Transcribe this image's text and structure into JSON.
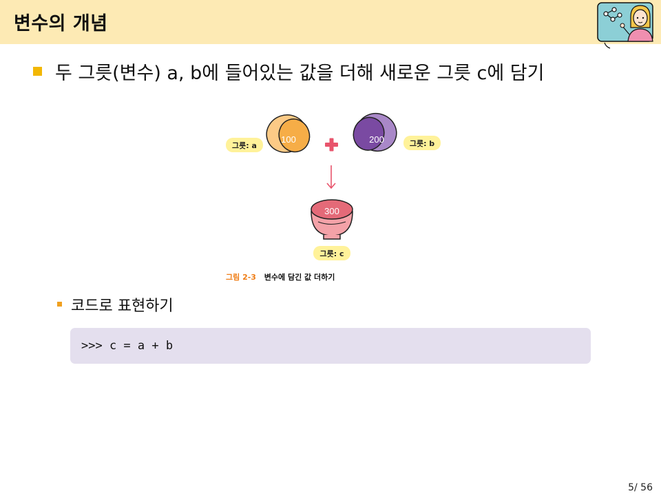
{
  "slide": {
    "title": "변수의 개념",
    "main_bullet": "두 그릇(변수) a, b에 들어있는 값을 더해 새로운 그릇 c에 담기",
    "sub_bullet": "코드로 표현하기",
    "code": ">>> c = a + b",
    "page": "5/ 56"
  },
  "figure": {
    "bowl_a": {
      "label": "그릇: a",
      "value": "100"
    },
    "bowl_b": {
      "label": "그릇: b",
      "value": "200"
    },
    "bowl_c": {
      "label": "그릇: c",
      "value": "300"
    },
    "caption_number": "그림 2-3",
    "caption_text": "변수에 담긴 값 더하기"
  },
  "colors": {
    "header_bg": "#fdeab4",
    "bullet": "#f2b705",
    "bowl_a": "#f6ad47",
    "bowl_b": "#7a4aa2",
    "bowl_c": "#e46a78",
    "plus": "#e8546c",
    "code_bg": "#e4dfee",
    "label_bg": "#fff29a",
    "caption_accent": "#ef7d16"
  }
}
